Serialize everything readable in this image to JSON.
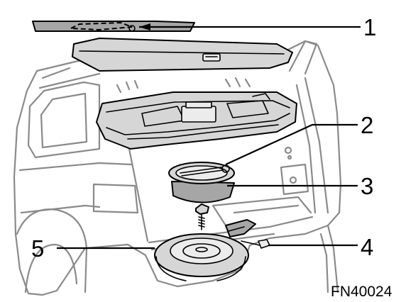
{
  "callouts": [
    {
      "id": "1",
      "label": "1"
    },
    {
      "id": "2",
      "label": "2"
    },
    {
      "id": "3",
      "label": "3"
    },
    {
      "id": "4",
      "label": "4"
    },
    {
      "id": "5",
      "label": "5"
    }
  ],
  "figure_id": "FN40024"
}
